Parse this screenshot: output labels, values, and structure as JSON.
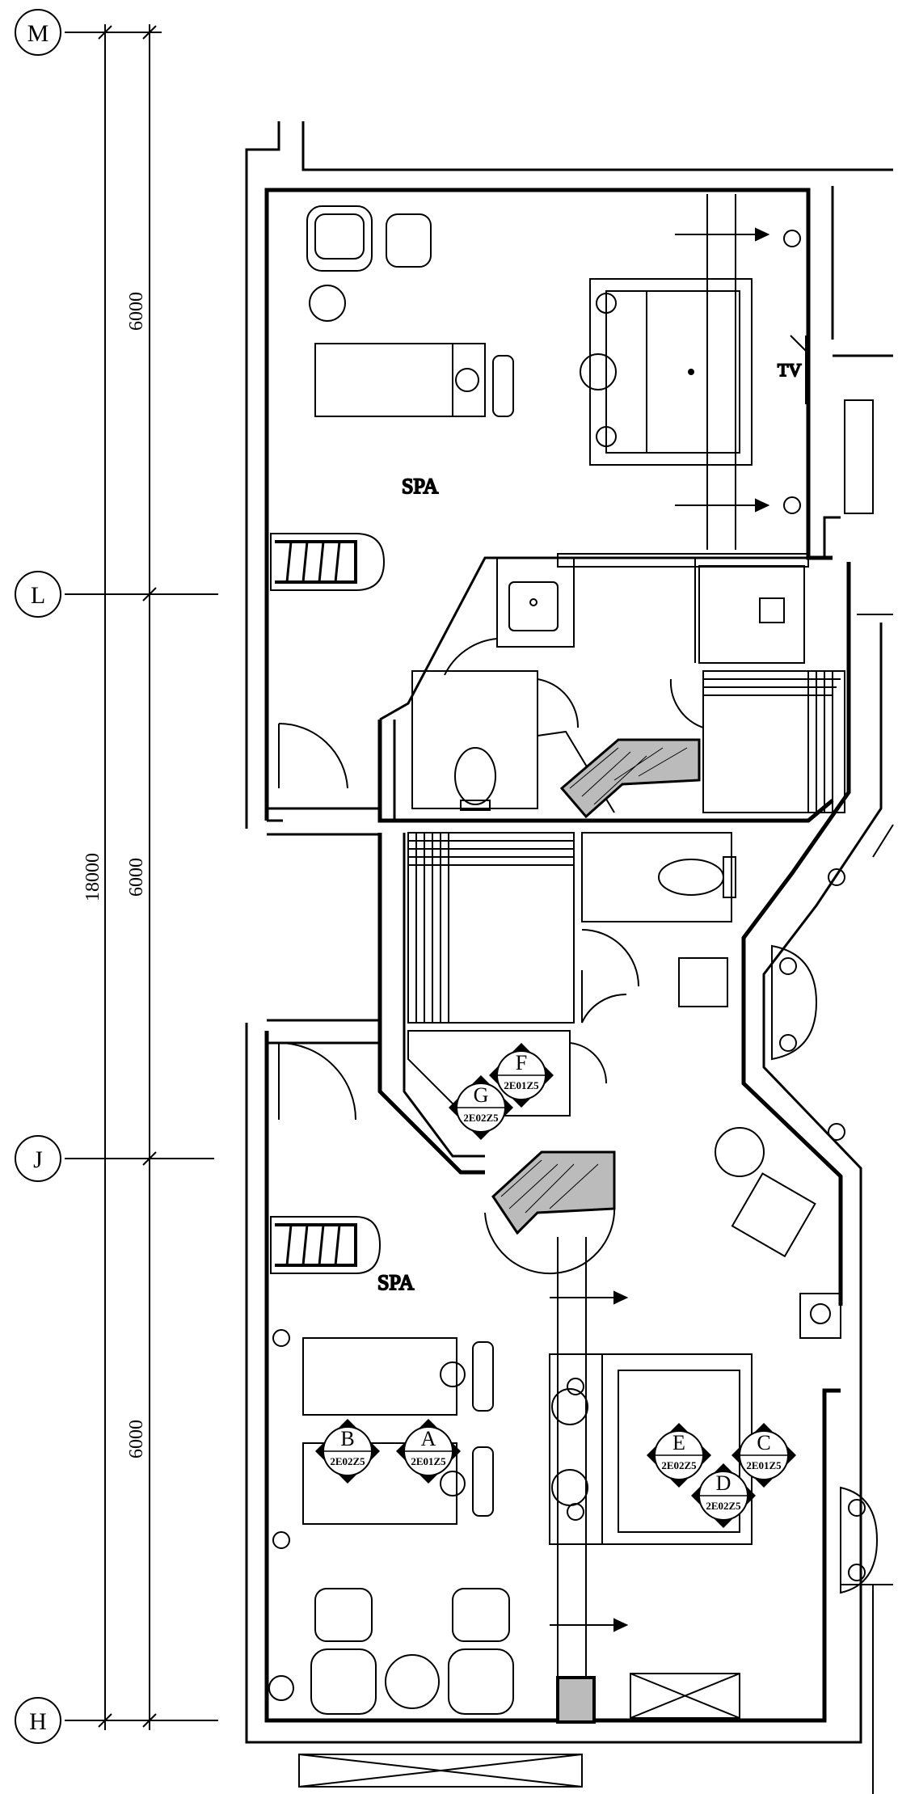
{
  "grid_axes": [
    "M",
    "L",
    "J",
    "H"
  ],
  "dimensions": {
    "total": "18000",
    "segments": [
      "6000",
      "6000",
      "6000"
    ]
  },
  "rooms": {
    "upper": "SPA",
    "lower": "SPA"
  },
  "tv_label": "TV",
  "elevation_tags": [
    {
      "letter": "A",
      "code": "2E01Z5"
    },
    {
      "letter": "B",
      "code": "2E02Z5"
    },
    {
      "letter": "C",
      "code": "2E01Z5"
    },
    {
      "letter": "D",
      "code": "2E02Z5"
    },
    {
      "letter": "E",
      "code": "2E02Z5"
    },
    {
      "letter": "F",
      "code": "2E01Z5"
    },
    {
      "letter": "G",
      "code": "2E02Z5"
    }
  ]
}
